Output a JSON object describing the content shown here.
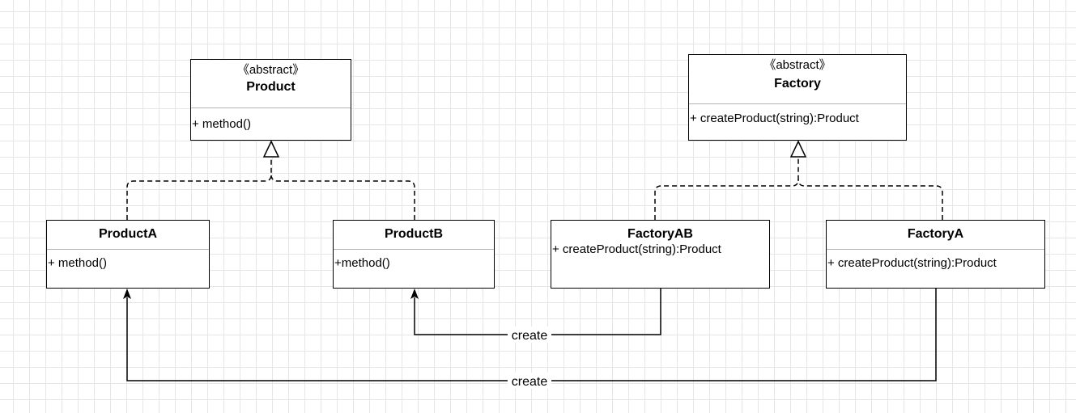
{
  "classes": {
    "product": {
      "stereotype": "《abstract》",
      "name": "Product",
      "member": "+ method()"
    },
    "factory": {
      "stereotype": "《abstract》",
      "name": "Factory",
      "member": "+ createProduct(string):Product"
    },
    "product_a": {
      "name": "ProductA",
      "member": "+ method()"
    },
    "product_b": {
      "name": "ProductB",
      "member": "+method()"
    },
    "factory_ab": {
      "name": "FactoryAB",
      "member": "+ createProduct(string):Product"
    },
    "factory_a": {
      "name": "FactoryA",
      "member": "+ createProduct(string):Product"
    }
  },
  "relations": {
    "create_b": {
      "label": "create",
      "from": "FactoryAB",
      "to": "ProductB",
      "type": "dependency"
    },
    "create_a": {
      "label": "create",
      "from": "FactoryA",
      "to": "ProductA",
      "type": "dependency"
    },
    "inherit_product": {
      "from": [
        "ProductA",
        "ProductB"
      ],
      "to": "Product",
      "type": "realization"
    },
    "inherit_factory": {
      "from": [
        "FactoryAB",
        "FactoryA"
      ],
      "to": "Factory",
      "type": "realization"
    }
  }
}
